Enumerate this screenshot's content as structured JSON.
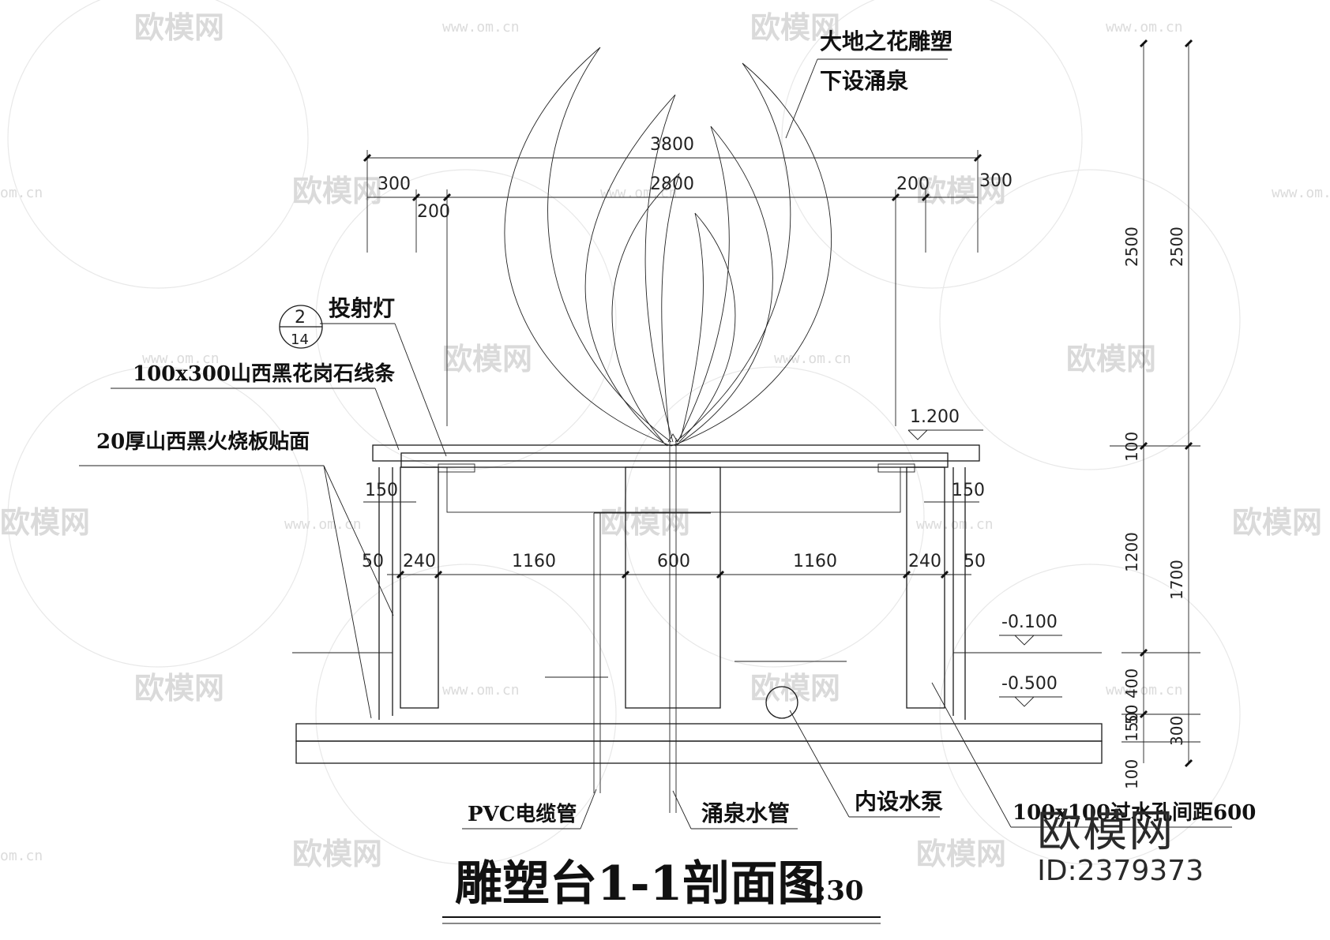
{
  "title": "雕塑台1-1剖面图",
  "scale": "1:30",
  "labels": {
    "sculpture": "大地之花雕塑",
    "fountain_below": "下设涌泉",
    "spotlight": "投射灯",
    "index_top": "2",
    "index_bottom": "14",
    "granite_strip": "100x300山西黑花岗石线条",
    "facing": "20厚山西黑火烧板贴面",
    "pvc": "PVC电缆管",
    "fountain_pipe": "涌泉水管",
    "pump": "内设水泵",
    "holes": "100x100过水孔间距600"
  },
  "elevations": {
    "top": "1.200",
    "water": "-0.100",
    "bottom": "-0.500"
  },
  "dimensions": {
    "overall_width": "3800",
    "inner_width": "2800",
    "left_300": "300",
    "right_300": "300",
    "left_200": "200",
    "right_200": "200",
    "left_150": "150",
    "right_150": "150",
    "left_50": "50",
    "right_50": "50",
    "left_240": "240",
    "right_240": "240",
    "span_left": "1160",
    "center": "600",
    "span_right": "1160",
    "v_2500_a": "2500",
    "v_2500_b": "2500",
    "v_100": "100",
    "v_1200": "1200",
    "v_1700": "1700",
    "v_400": "400",
    "v_150": "150",
    "v_300": "300",
    "v_50": "50",
    "v_100_low": "100"
  },
  "watermark": {
    "brand": "欧模网",
    "url": "www.om.cn",
    "url_short": "om.cn",
    "id": "ID:2379373"
  }
}
